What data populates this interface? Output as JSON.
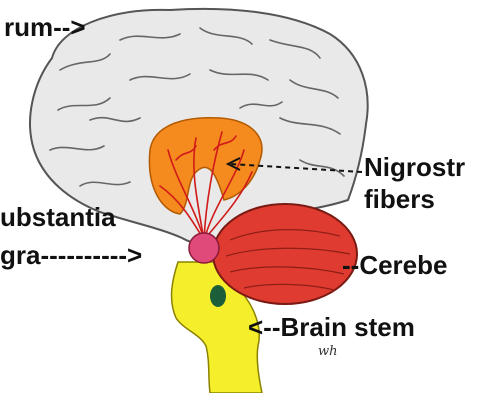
{
  "labels": {
    "cerebrum": "rum-->",
    "nigrostriatal": "Nigrostr",
    "fibers": "fibers",
    "substantia": "ubstantia",
    "nigra": "gra---------->",
    "cerebellum": "--Cerebe",
    "brain_stem": "<--Brain stem"
  },
  "signature": "wh",
  "colors": {
    "cerebrum": "#e9e9e9",
    "striatum": "#f58a1f",
    "fibers": "#d11a1a",
    "substantia_nigra": "#e04a7a",
    "cerebellum": "#df3b30",
    "brain_stem": "#f5ee2a",
    "nucleus": "#1b5e3a"
  }
}
